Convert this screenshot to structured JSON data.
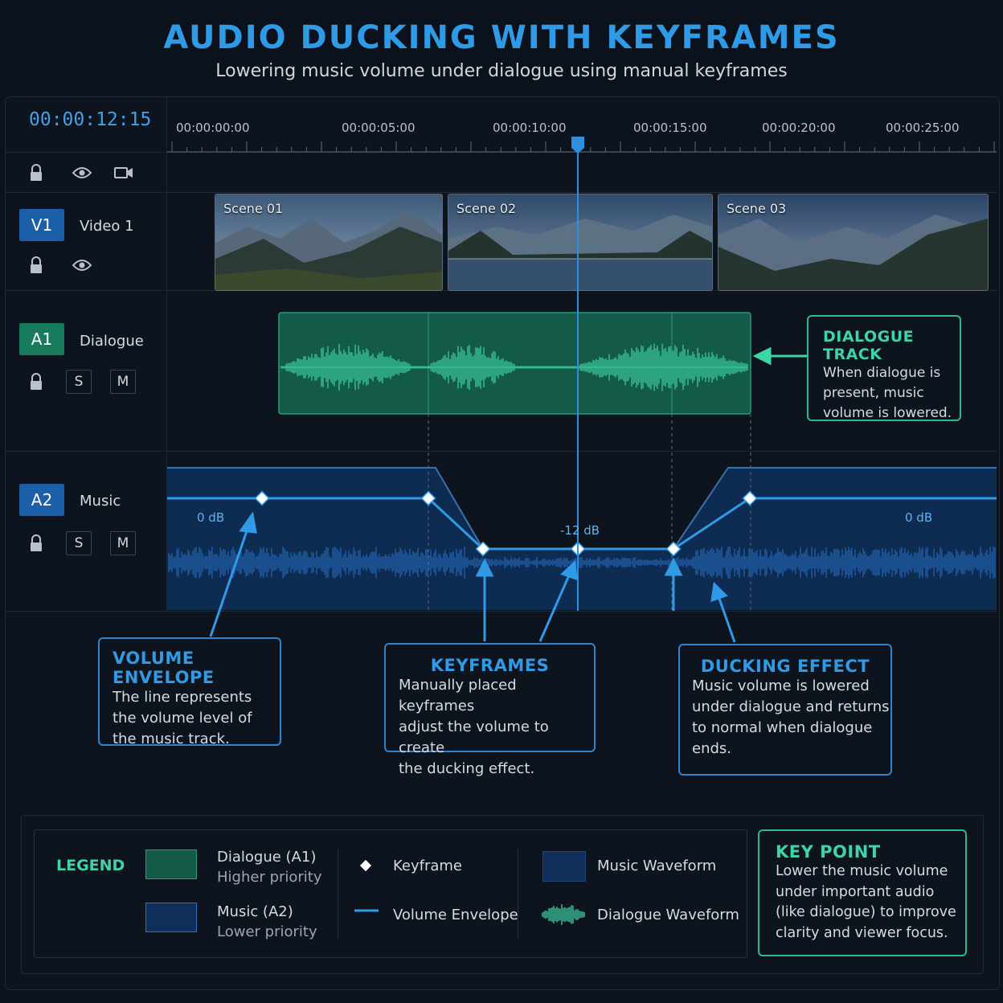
{
  "header": {
    "title": "AUDIO DUCKING WITH KEYFRAMES",
    "subtitle": "Lowering music volume under dialogue using manual keyframes"
  },
  "timeline": {
    "timecode": "00:00:12:15",
    "ticks": [
      "00:00:00:00",
      "00:00:05:00",
      "00:00:10:00",
      "00:00:15:00",
      "00:00:20:00",
      "00:00:25:00"
    ],
    "playhead_color": "#2e8fe0"
  },
  "tracks": {
    "v1": {
      "badge": "V1",
      "name": "Video 1",
      "color": "#1a5fa8"
    },
    "a1": {
      "badge": "A1",
      "name": "Dialogue",
      "color": "#167a5c",
      "solo": "S",
      "mute": "M"
    },
    "a2": {
      "badge": "A2",
      "name": "Music",
      "color": "#1a5fa8",
      "solo": "S",
      "mute": "M"
    }
  },
  "clips": [
    {
      "label": "Scene 01"
    },
    {
      "label": "Scene 02"
    },
    {
      "label": "Scene 03"
    }
  ],
  "envelope": {
    "left_db": "0 dB",
    "mid_db": "-12 dB",
    "right_db": "0 dB"
  },
  "callouts": {
    "dialogue_track": {
      "title": "DIALOGUE TRACK",
      "body": [
        "When dialogue is",
        "present, music",
        "volume is lowered."
      ]
    },
    "volume_envelope": {
      "title": "VOLUME ENVELOPE",
      "body": [
        "The line represents",
        "the volume level of",
        "the music track."
      ]
    },
    "keyframes": {
      "title": "KEYFRAMES",
      "body": [
        "Manually placed keyframes",
        "adjust the volume to create",
        "the ducking effect."
      ]
    },
    "ducking_effect": {
      "title": "DUCKING EFFECT",
      "body": [
        "Music volume is lowered",
        "under dialogue and returns",
        "to normal when dialogue",
        "ends."
      ]
    }
  },
  "legend": {
    "title": "LEGEND",
    "dialogue": {
      "label": "Dialogue (A1)",
      "sub": "Higher priority"
    },
    "music": {
      "label": "Music (A2)",
      "sub": "Lower priority"
    },
    "keyframe": "Keyframe",
    "envelope": "Volume Envelope",
    "music_wave": "Music Waveform",
    "dialogue_wave": "Dialogue Waveform"
  },
  "key_point": {
    "title": "KEY POINT",
    "body": [
      "Lower the music volume",
      "under important audio",
      "(like dialogue) to improve",
      "clarity and viewer focus."
    ]
  },
  "colors": {
    "accent_blue": "#2f9be6",
    "accent_green": "#3fd4a4",
    "dialogue_fill": "#135a48",
    "music_fill": "#0f2f5a"
  }
}
